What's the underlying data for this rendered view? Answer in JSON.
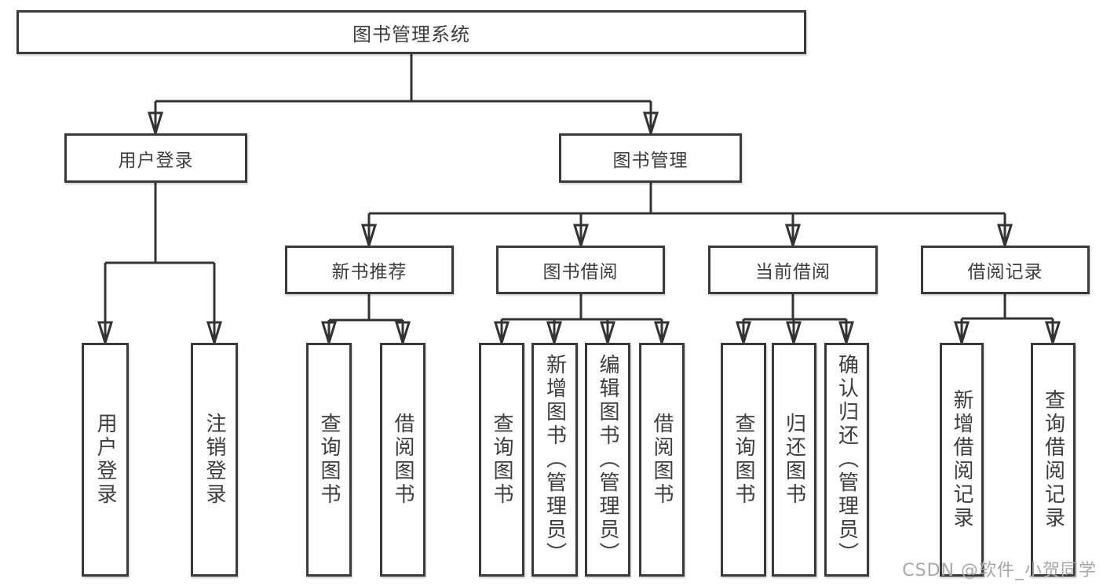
{
  "colors": {
    "background": "#ffffff",
    "line": "#333333",
    "box_border": "#3a3a3a",
    "text": "#3d3d3d",
    "watermark": "#a8a8a8"
  },
  "diagram": {
    "root": "图书管理系统",
    "level2": {
      "user_login": "用户登录",
      "book_management": "图书管理"
    },
    "level3": {
      "new_book_recommend": "新书推荐",
      "book_borrow": "图书借阅",
      "current_borrow": "当前借阅",
      "borrow_records": "借阅记录"
    },
    "leaves": {
      "user_login": "用户登录",
      "logout": "注销登录",
      "rec_query_books": "查询图书",
      "rec_borrow_books": "借阅图书",
      "bb_query_books": "查询图书",
      "bb_add_books_admin": "新增图书（管理员）",
      "bb_edit_books_admin": "编辑图书（管理员）",
      "bb_borrow_books": "借阅图书",
      "cb_query_books": "查询图书",
      "cb_return_books": "归还图书",
      "cb_confirm_return_admin": "确认归还（管理员）",
      "br_add_record": "新增借阅记录",
      "br_query_record": "查询借阅记录"
    }
  },
  "watermark": "CSDN @软件_小贺同学"
}
